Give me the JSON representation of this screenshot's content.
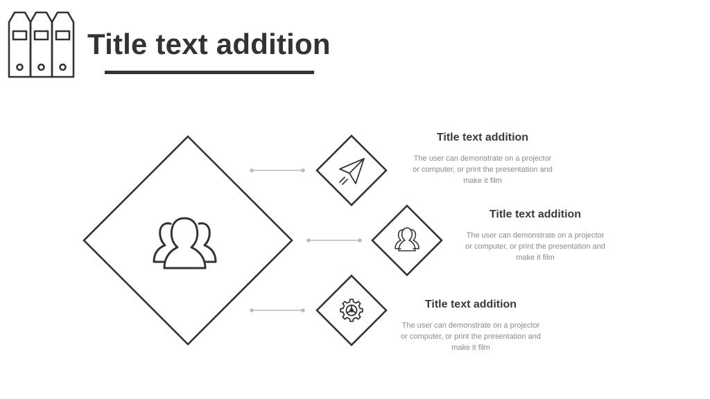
{
  "slide": {
    "title": "Title text addition",
    "header_icon": "binders-icon",
    "hub_icon": "group-people-icon",
    "items": [
      {
        "icon": "paper-plane-icon",
        "title": "Title text addition",
        "desc_line1": "The user can demonstrate on a projector",
        "desc_line2": "or computer, or print the presentation and",
        "desc_line3": "make it film"
      },
      {
        "icon": "people-icon",
        "title": "Title text addition",
        "desc_line1": "The user can demonstrate on a projector",
        "desc_line2": "or computer, or print the presentation and",
        "desc_line3": "make it film"
      },
      {
        "icon": "gear-icon",
        "title": "Title text addition",
        "desc_line1": "The user can demonstrate on a projector",
        "desc_line2": "or computer, or print the presentation and",
        "desc_line3": "make it film"
      }
    ]
  },
  "colors": {
    "primary": "#333333",
    "muted_text": "#8a8a8a",
    "connector": "#bbbbbb"
  }
}
